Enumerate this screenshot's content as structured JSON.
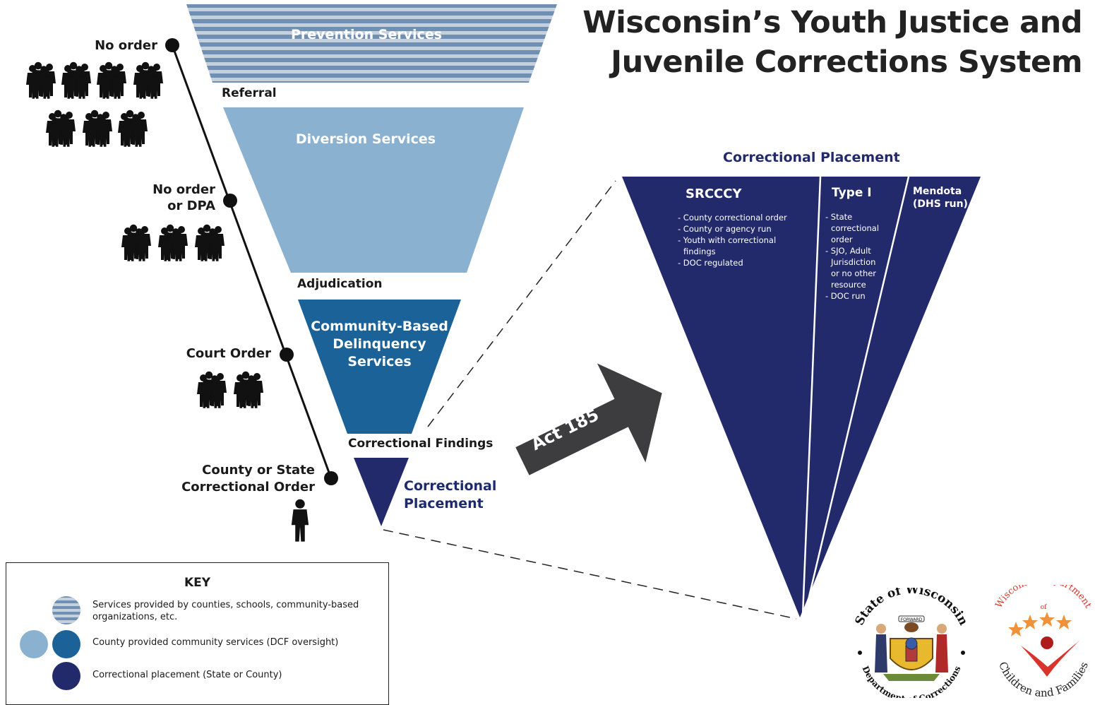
{
  "title": {
    "line1": "Wisconsin’s Youth Justice and",
    "line2": "Juvenile Corrections System"
  },
  "funnel": {
    "prevention": "Prevention Services",
    "diversion": "Diversion Services",
    "community": [
      "Community-Based",
      "Delinquency",
      "Services"
    ],
    "placement": [
      "Correctional",
      "Placement"
    ]
  },
  "stages": {
    "referral": "Referral",
    "adjudication": "Adjudication",
    "findings": "Correctional Findings"
  },
  "timeline": {
    "no_order": "No order",
    "no_order_dpa": [
      "No order",
      "or DPA"
    ],
    "court_order": "Court Order",
    "correctional_order": [
      "County or State",
      "Correctional Order"
    ]
  },
  "arrow": {
    "label": "Act 185"
  },
  "placement_detail": {
    "title": "Correctional Placement",
    "srcccy": {
      "head": "SRCCCY",
      "items": [
        "- County correctional order",
        "- County or agency run",
        "- Youth with correctional findings",
        "- DOC regulated"
      ]
    },
    "type1": {
      "head": "Type I",
      "items": [
        "- State correctional order",
        "- SJO, Adult Jurisdiction or no other resource",
        "- DOC run"
      ]
    },
    "mendota": {
      "head": [
        "Mendota",
        "(DHS run)"
      ]
    }
  },
  "key": {
    "title": "KEY",
    "items": [
      "Services provided by counties, schools, community-based organizations, etc.",
      "County provided community services (DCF oversight)",
      "Correctional placement (State or County)"
    ]
  },
  "logos": {
    "doc": {
      "top": "State of Wisconsin",
      "bottom": "Department of Corrections",
      "banner": "FORWARD"
    },
    "dcf": {
      "top": "Wisconsin Department",
      "bottom": "Children and Families",
      "of": "of"
    }
  },
  "colors": {
    "prevention_base": "#6f8fb3",
    "prevention_stripe": "#c5d0dd",
    "diversion": "#8ab1d0",
    "community": "#1a6298",
    "placement": "#232a6b",
    "dcf_red": "#d9342b",
    "dcf_orange": "#f0913b"
  }
}
